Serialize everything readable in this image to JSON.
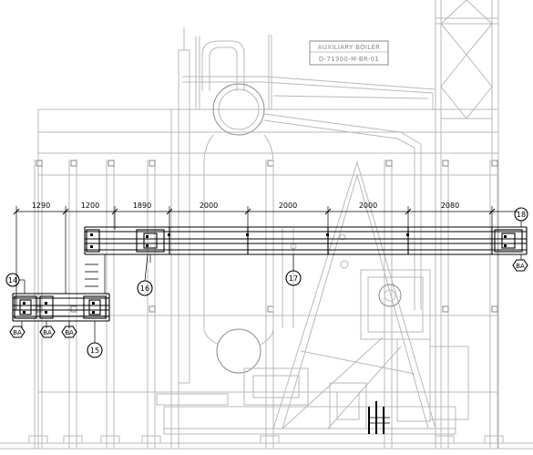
{
  "title_box": {
    "line1": "AUXILIARY BOILER",
    "line2": "D-71300-M-BR-01"
  },
  "dimensions": [
    "1290",
    "1200",
    "1890",
    "2000",
    "2000",
    "2000",
    "2080"
  ],
  "callouts": {
    "c14": "14",
    "c15": "15",
    "c16": "16",
    "c17": "17",
    "c18": "18"
  },
  "bottom_tags": [
    "BA",
    "BA",
    "BA"
  ],
  "right_tag": "BA",
  "colors": {
    "background_lines": "#b9b9b9",
    "foreground_lines": "#000000"
  }
}
